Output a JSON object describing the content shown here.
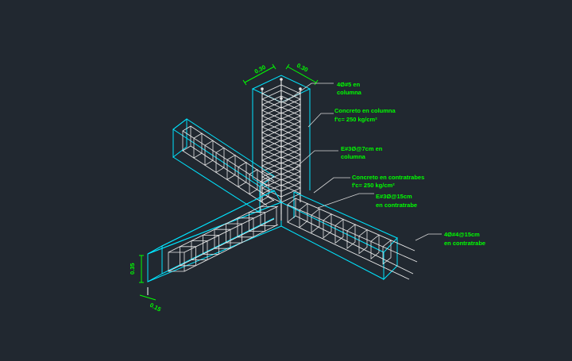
{
  "colors": {
    "background": "#212830",
    "concrete_outline": "#00e5ff",
    "rebar": "#e8e8e8",
    "leader": "#d8d8d8",
    "annotation_text": "#00ff00",
    "dimension": "#00ff00"
  },
  "dimensions": {
    "column_width_a": "0.30",
    "column_width_b": "0.30",
    "beam_height": "0.35",
    "beam_width": "0.15"
  },
  "annotations": {
    "column_rebar": {
      "line1": "4Ø#5  en",
      "line2": "columna"
    },
    "column_concrete": {
      "line1": "Concreto en columna",
      "line2": "f'c= 250 kg/cm²"
    },
    "column_stirrups": {
      "line1": "E#3Ø@7cm  en",
      "line2": "columna"
    },
    "beam_concrete": {
      "line1": "Concreto en contratrabes",
      "line2": "f'c= 250 kg/cm²"
    },
    "beam_stirrups": {
      "line1": "E#3Ø@15cm",
      "line2": "en contratrabe"
    },
    "beam_rebar": {
      "line1": "4Ø#4@15cm",
      "line2": "en contratrabe"
    }
  }
}
